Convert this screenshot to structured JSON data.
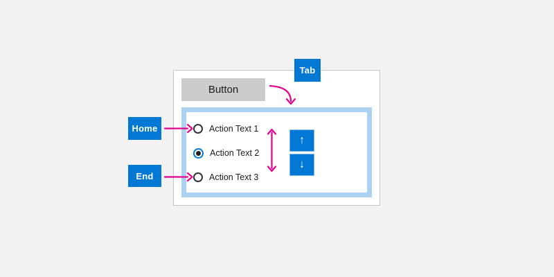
{
  "colors": {
    "accent_blue": "#0078d4",
    "magenta": "#e3008c",
    "frame_light_blue": "#abd2f0",
    "button_gray": "#cccccc",
    "page_background": "#f2f2f2"
  },
  "keys": {
    "tab": "Tab",
    "home": "Home",
    "end": "End"
  },
  "panel": {
    "button_label": "Button",
    "radio_group": {
      "items": [
        {
          "label": "Action Text 1",
          "selected": false
        },
        {
          "label": "Action Text 2",
          "selected": true
        },
        {
          "label": "Action Text 3",
          "selected": false
        }
      ]
    },
    "spinner": {
      "up_glyph": "↑",
      "down_glyph": "↓"
    }
  }
}
